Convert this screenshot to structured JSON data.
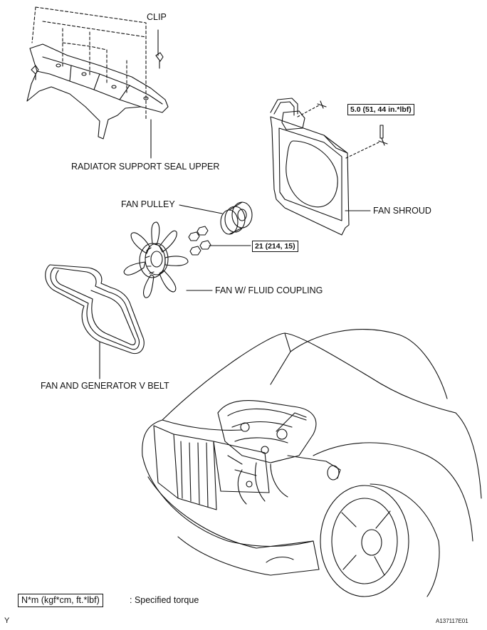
{
  "labels": {
    "clip": "CLIP",
    "radiator_support_seal_upper": "RADIATOR SUPPORT SEAL UPPER",
    "fan_pulley": "FAN PULLEY",
    "fan_shroud": "FAN SHROUD",
    "fan_fluid_coupling": "FAN W/ FLUID COUPLING",
    "fan_generator_belt": "FAN AND GENERATOR V BELT"
  },
  "torque": {
    "shroud_bolt": "5.0 (51, 44 in.*lbf)",
    "fan_nut": "21 (214, 15)"
  },
  "legend": {
    "unit": "N*m (kgf*cm, ft.*lbf)",
    "description": ": Specified torque"
  },
  "footer": {
    "left_mark": "Y",
    "figure_id": "A137117E01"
  }
}
